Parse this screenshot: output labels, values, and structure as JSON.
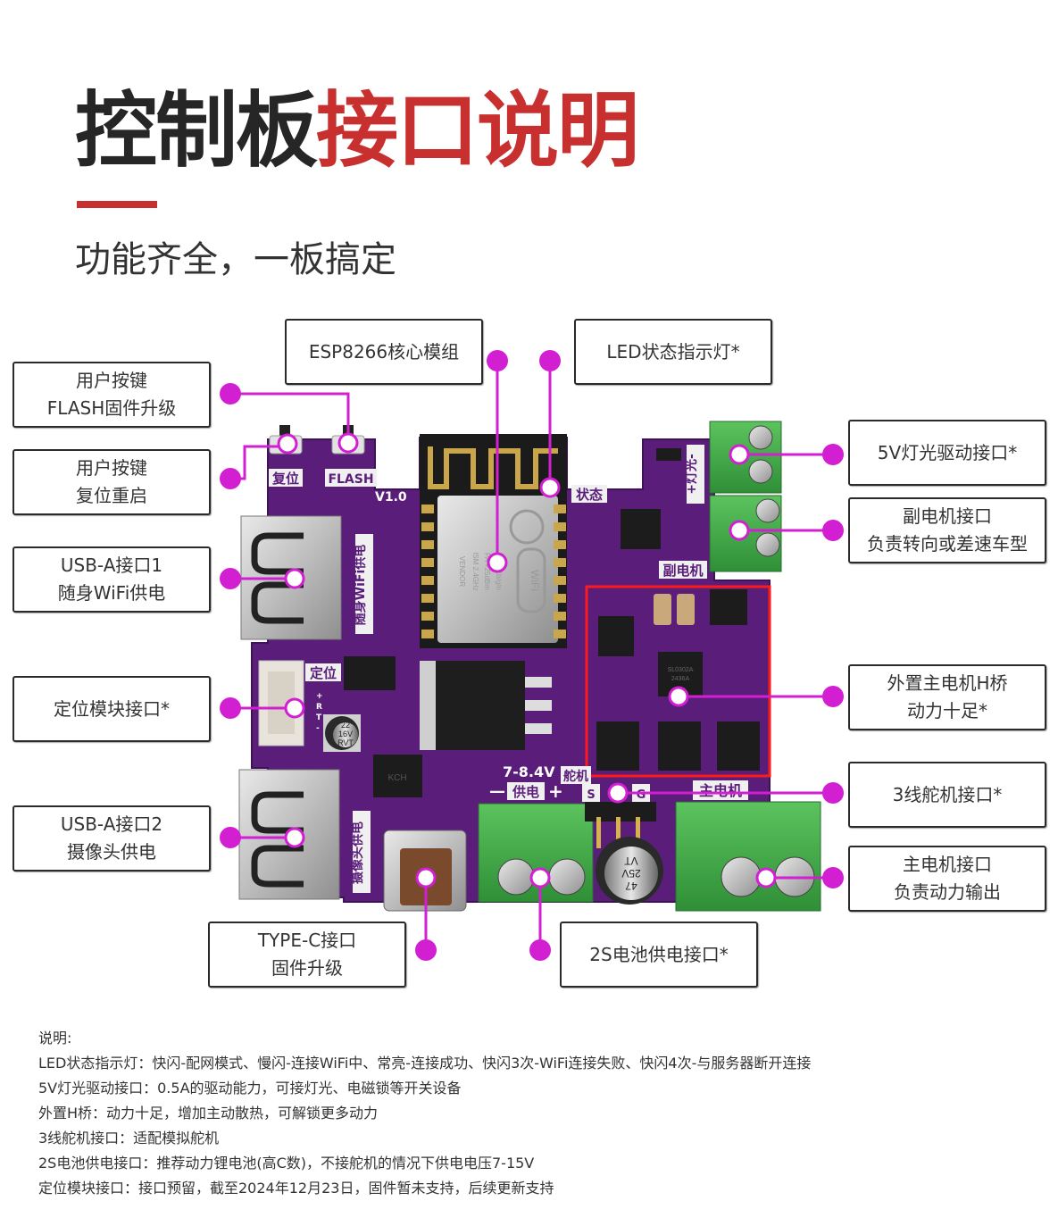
{
  "header": {
    "title_dark": "控制板",
    "title_red": "接口说明",
    "subtitle": "功能齐全，一板搞定"
  },
  "colors": {
    "accent_red": "#c8302f",
    "connector_magenta": "#d21fd2",
    "pcb_purple": "#5a1e7a",
    "terminal_green": "#3fa845",
    "highlight_box_red": "#ff1a1a"
  },
  "callouts": {
    "flash_button": [
      "用户按键",
      "FLASH固件升级"
    ],
    "reset_button": [
      "用户按键",
      "复位重启"
    ],
    "esp_module": [
      "ESP8266核心模组"
    ],
    "led_status": [
      "LED状态指示灯*"
    ],
    "usb_a1": [
      "USB-A接口1",
      "随身WiFi供电"
    ],
    "gps_port": [
      "定位模块接口*"
    ],
    "usb_a2": [
      "USB-A接口2",
      "摄像头供电"
    ],
    "type_c": [
      "TYPE-C接口",
      "固件升级"
    ],
    "battery": [
      "2S电池供电接口*"
    ],
    "light_5v": [
      "5V灯光驱动接口*"
    ],
    "sub_motor": [
      "副电机接口",
      "负责转向或差速车型"
    ],
    "h_bridge": [
      "外置主电机H桥",
      "动力十足*"
    ],
    "servo": [
      "3线舵机接口*"
    ],
    "main_motor": [
      "主电机接口",
      "负责动力输出"
    ]
  },
  "board_silkscreen": {
    "reset": "复位",
    "flash": "FLASH",
    "version": "V1.0",
    "status": "状态",
    "wifi_power": "随身WiFi供电",
    "gps": "定位",
    "gps_pins": [
      "+",
      "R",
      "T",
      "-"
    ],
    "camera_power": "摄像头供电",
    "light": "+灯光-",
    "sub_motor": "副电机",
    "voltage": "7-8.4V",
    "power_label": "供电",
    "power_minus": "—",
    "power_plus": "+",
    "servo": "舵机",
    "servo_pins": [
      "S",
      "",
      "G"
    ],
    "main_motor": "主电机",
    "cap_small": [
      "22",
      "16V",
      "RVT"
    ],
    "cap_large": [
      "47",
      "25V",
      "VT"
    ],
    "module_marks": [
      "VENDOR",
      "ISM 2.4GHz",
      "PA +25dBm",
      "802.11b/g/n"
    ],
    "wifi_logo": "WiFi",
    "mosfet_mark": "SL0302A",
    "mosfet_code": "2436A",
    "driver_ic": "KCH"
  },
  "notes": {
    "heading": "说明:",
    "lines": [
      "LED状态指示灯：快闪-配网模式、慢闪-连接WiFi中、常亮-连接成功、快闪3次-WiFi连接失败、快闪4次-与服务器断开连接",
      "5V灯光驱动接口：0.5A的驱动能力，可接灯光、电磁锁等开关设备",
      "外置H桥：动力十足，增加主动散热，可解锁更多动力",
      "3线舵机接口：适配模拟舵机",
      "2S电池供电接口：推荐动力锂电池(高C数)，不接舵机的情况下供电电压7-15V",
      "定位模块接口：接口预留，截至2024年12月23日，固件暂未支持，后续更新支持"
    ]
  }
}
